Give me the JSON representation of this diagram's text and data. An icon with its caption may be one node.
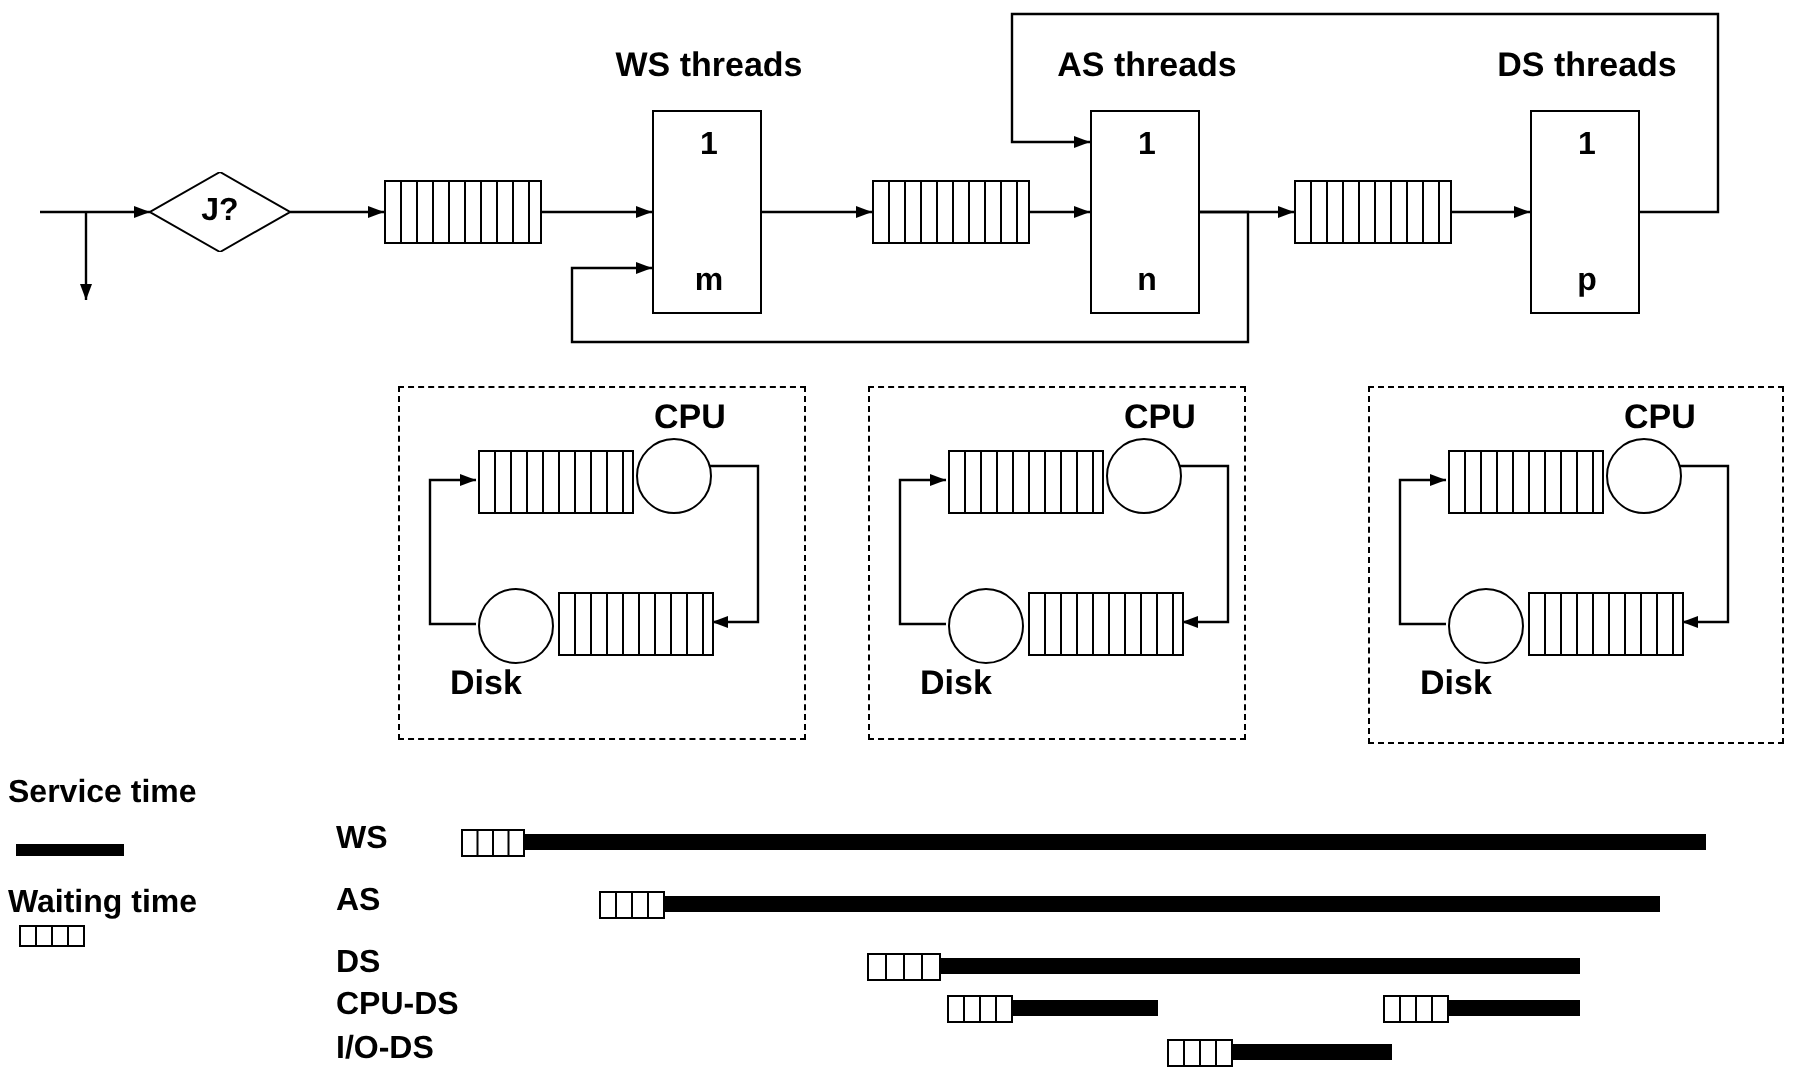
{
  "diagram": {
    "nodes": [
      {
        "text": [
          "J?"
        ]
      },
      {
        "text": [],
        "shape": "queue"
      },
      {
        "text": [
          "WS threads",
          "1",
          "m"
        ]
      },
      {
        "text": [],
        "shape": "queue"
      },
      {
        "text": [
          "AS threads",
          "1",
          "n"
        ]
      },
      {
        "text": [],
        "shape": "queue"
      },
      {
        "text": [
          "DS threads",
          "1",
          "p"
        ]
      },
      {
        "text": [],
        "shape": "box"
      },
      {
        "text": [],
        "shape": "queue",
        "in": 7
      },
      {
        "text": [
          "CPU"
        ],
        "in": 7
      },
      {
        "text": [
          "Disk"
        ],
        "in": 7
      },
      {
        "text": [],
        "shape": "queue",
        "in": 7
      },
      {
        "text": [],
        "shape": "box"
      },
      {
        "text": [],
        "shape": "queue",
        "in": 12
      },
      {
        "text": [
          "CPU"
        ],
        "in": 12
      },
      {
        "text": [
          "Disk"
        ],
        "in": 12
      },
      {
        "text": [],
        "shape": "queue",
        "in": 12
      },
      {
        "text": [],
        "shape": "box"
      },
      {
        "text": [],
        "shape": "queue",
        "in": 17
      },
      {
        "text": [
          "CPU"
        ],
        "in": 17
      },
      {
        "text": [
          "Disk"
        ],
        "in": 17
      },
      {
        "text": [],
        "shape": "queue",
        "in": 17
      }
    ],
    "edges": [
      {
        "from": null,
        "to": 0,
        "arrow": "to"
      },
      {
        "from": 0,
        "to": 1,
        "arrow": "to"
      },
      {
        "from": 1,
        "to": 2,
        "arrow": "to"
      },
      {
        "from": 2,
        "to": 3,
        "arrow": "to"
      },
      {
        "from": 3,
        "to": 4,
        "arrow": "to"
      },
      {
        "from": 4,
        "to": 5,
        "arrow": "to"
      },
      {
        "from": 5,
        "to": 6,
        "arrow": "to"
      },
      {
        "from": 6,
        "to": 4,
        "arrow": "to"
      },
      {
        "from": 4,
        "to": 2,
        "arrow": "to"
      },
      {
        "from": 9,
        "to": 11,
        "arrow": "to"
      },
      {
        "from": 10,
        "to": 8,
        "arrow": "to"
      },
      {
        "from": 14,
        "to": 16,
        "arrow": "to"
      },
      {
        "from": 15,
        "to": 13,
        "arrow": "to"
      },
      {
        "from": 19,
        "to": 21,
        "arrow": "to"
      },
      {
        "from": 20,
        "to": 18,
        "arrow": "to"
      }
    ],
    "labels": [
      "WS",
      "AS",
      "DS",
      "CPU-DS",
      "I/O-DS"
    ],
    "legend": [
      {
        "text": "Service time"
      },
      {
        "text": "Waiting time"
      }
    ]
  }
}
